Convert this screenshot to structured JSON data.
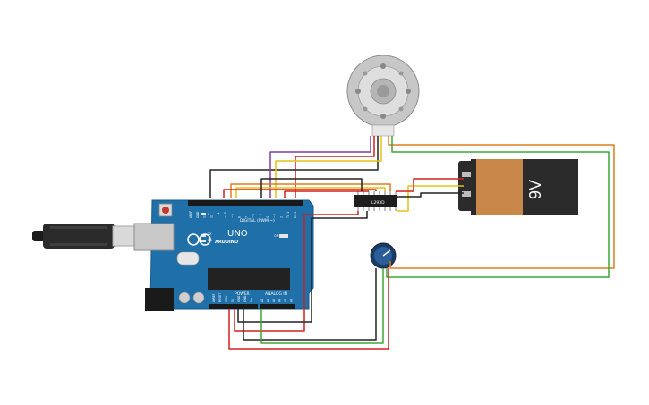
{
  "board": {
    "logo_text": "ARDUINO",
    "model_text": "UNO",
    "digital_header_label": "DIGITAL (PWM ~)",
    "power_header_label": "POWER",
    "analog_header_label": "ANALOG IN",
    "tx_label": "TX",
    "rx_label": "RX",
    "l_label": "L",
    "on_label": "ON",
    "digital_pins": [
      "AREF",
      "GND",
      "13",
      "12",
      "~11",
      "~10",
      "~9",
      "8",
      "7",
      "~6",
      "~5",
      "4",
      "~3",
      "2",
      "TX 1",
      "RX 0"
    ],
    "power_pins": [
      "IOREF",
      "RESET",
      "3.3V",
      "5V",
      "GND",
      "GND",
      "Vin"
    ],
    "analog_pins": [
      "A0",
      "A1",
      "A2",
      "A3",
      "A4",
      "A5"
    ]
  },
  "driver": {
    "label": "L293D"
  },
  "battery": {
    "label": "9V"
  },
  "colors": {
    "board": "#1f6fa8",
    "battery_body": "#c9874a",
    "battery_cap": "#2b2b2b",
    "wire_red": "#d41f1f",
    "wire_black": "#222222",
    "wire_orange": "#e07b1e",
    "wire_green": "#3fa535",
    "wire_yellow": "#e6c017",
    "wire_purple": "#7b3fa0"
  }
}
